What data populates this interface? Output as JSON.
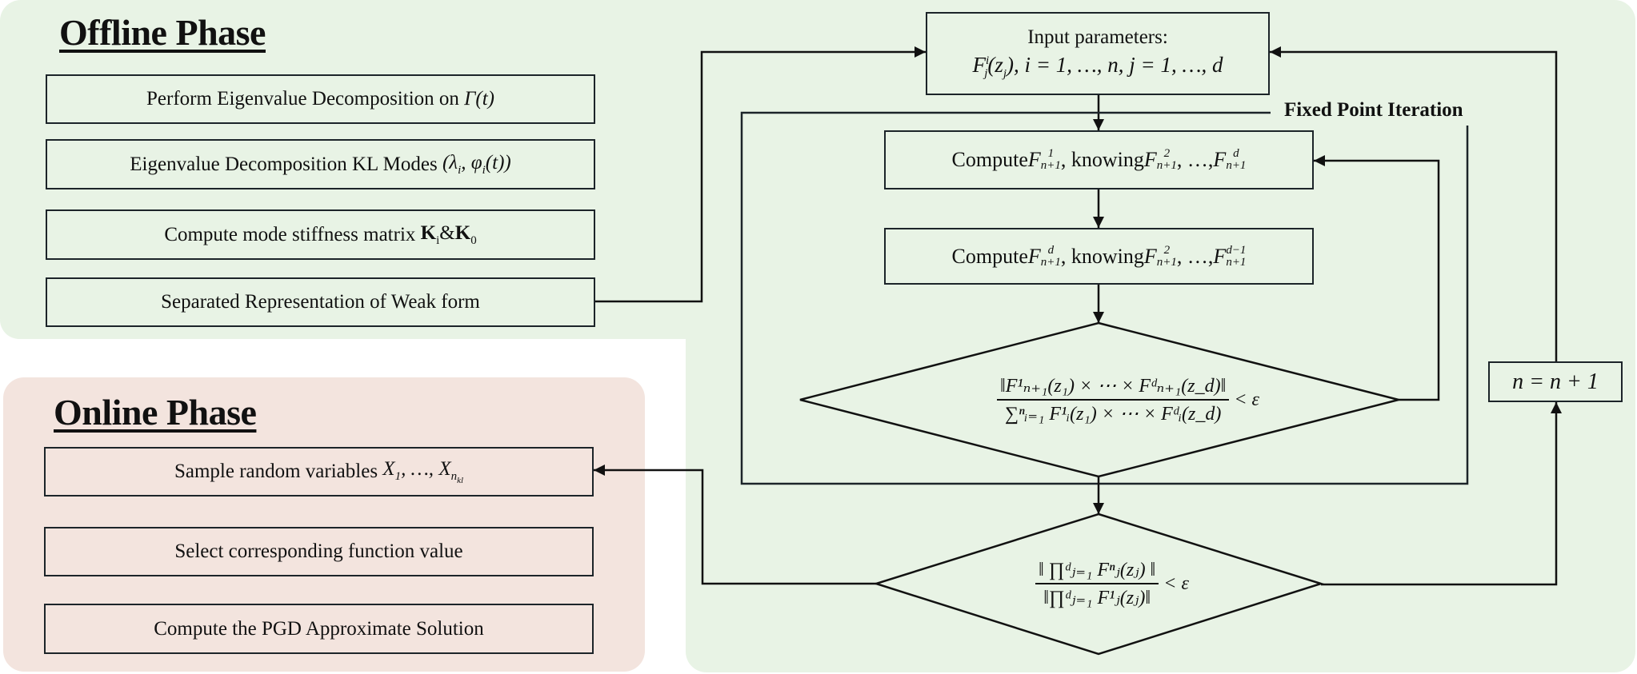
{
  "colors": {
    "offline_panel": "#E8F3E5",
    "online_panel": "#F3E4DE",
    "line": "#111111"
  },
  "offline": {
    "title": "Offline Phase",
    "steps": [
      {
        "text": "Perform Eigenvalue Decomposition on ",
        "math": "Γ(t)"
      },
      {
        "text": "Eigenvalue Decomposition KL Modes ",
        "math": "(λ",
        "sub1": "i",
        "mid": ", φ",
        "sub2": "i",
        "tail": "(t))"
      },
      {
        "text": "Compute mode stiffness matrix ",
        "b1": "K",
        "s1": "i",
        "amp": "&",
        "b2": "K",
        "s2": "0"
      },
      {
        "text": "Separated Representation of Weak form"
      }
    ]
  },
  "online": {
    "title": "Online Phase",
    "steps": [
      {
        "text": "Sample random variables ",
        "x1": "X",
        "s1": "1",
        "dots": ", …, ",
        "x2": "X",
        "s2": "n",
        "s3": "kl"
      },
      {
        "text": "Select corresponding function value"
      },
      {
        "text": "Compute the PGD Approximate Solution"
      }
    ]
  },
  "flow": {
    "input": {
      "line1": "Input parameters:",
      "line2_a": "F",
      "line2_sub": "j",
      "line2_sup": "i",
      "line2_b": "(z",
      "line2_bsub": "j",
      "line2_c": "), i = 1, …, n, j = 1, …, d"
    },
    "fixed_point_label": "Fixed Point Iteration",
    "compute1": {
      "a": "Compute ",
      "f": "F",
      "sup1": "1",
      "sub1": "n+1",
      "b": ", knowing ",
      "sup2": "2",
      "sub2": "n+1",
      "c": ", …, ",
      "sup3": "d",
      "sub3": "n+1"
    },
    "compute2": {
      "a": "Compute ",
      "f": "F",
      "sup1": "d",
      "sub1": "n+1",
      "b": ", knowing ",
      "sup2": "2",
      "sub2": "n+1",
      "c": ", …, ",
      "sup3": "d−1",
      "sub3": "n+1"
    },
    "check1": {
      "numerator": "‖F¹ₙ₊₁(z₁) × ⋯ × Fᵈₙ₊₁(z_d)‖",
      "denominator": "∑ⁿᵢ₌₁ F¹ᵢ(z₁) × ⋯ × Fᵈᵢ(z_d)",
      "relation": "< ε"
    },
    "check2": {
      "numerator": "‖ ∏ᵈⱼ₌₁ Fⁿⱼ(zⱼ) ‖",
      "denominator": "‖∏ᵈⱼ₌₁ F¹ⱼ(zⱼ)‖",
      "relation": "< ε"
    },
    "increment": "n = n + 1"
  }
}
